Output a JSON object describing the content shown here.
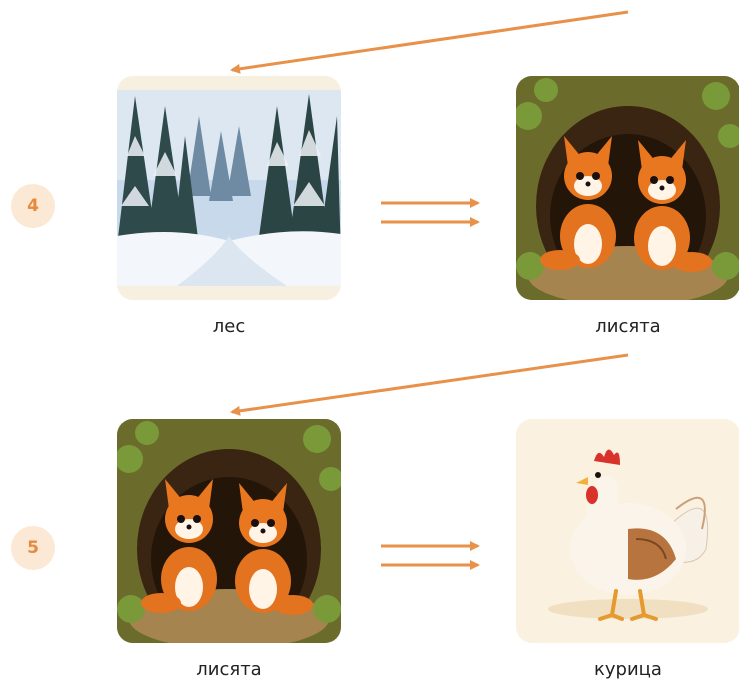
{
  "rows": [
    {
      "number": "4",
      "left": {
        "caption": "лес",
        "image": "winter-forest"
      },
      "right": {
        "caption": "лисята",
        "image": "fox-cubs-in-den"
      }
    },
    {
      "number": "5",
      "left": {
        "caption": "лисята",
        "image": "fox-cubs-in-den"
      },
      "right": {
        "caption": "курица",
        "image": "hen"
      }
    }
  ],
  "colors": {
    "arrow": "#e8914a",
    "badge_bg": "#fbe9d6",
    "badge_text": "#e68a3e"
  }
}
